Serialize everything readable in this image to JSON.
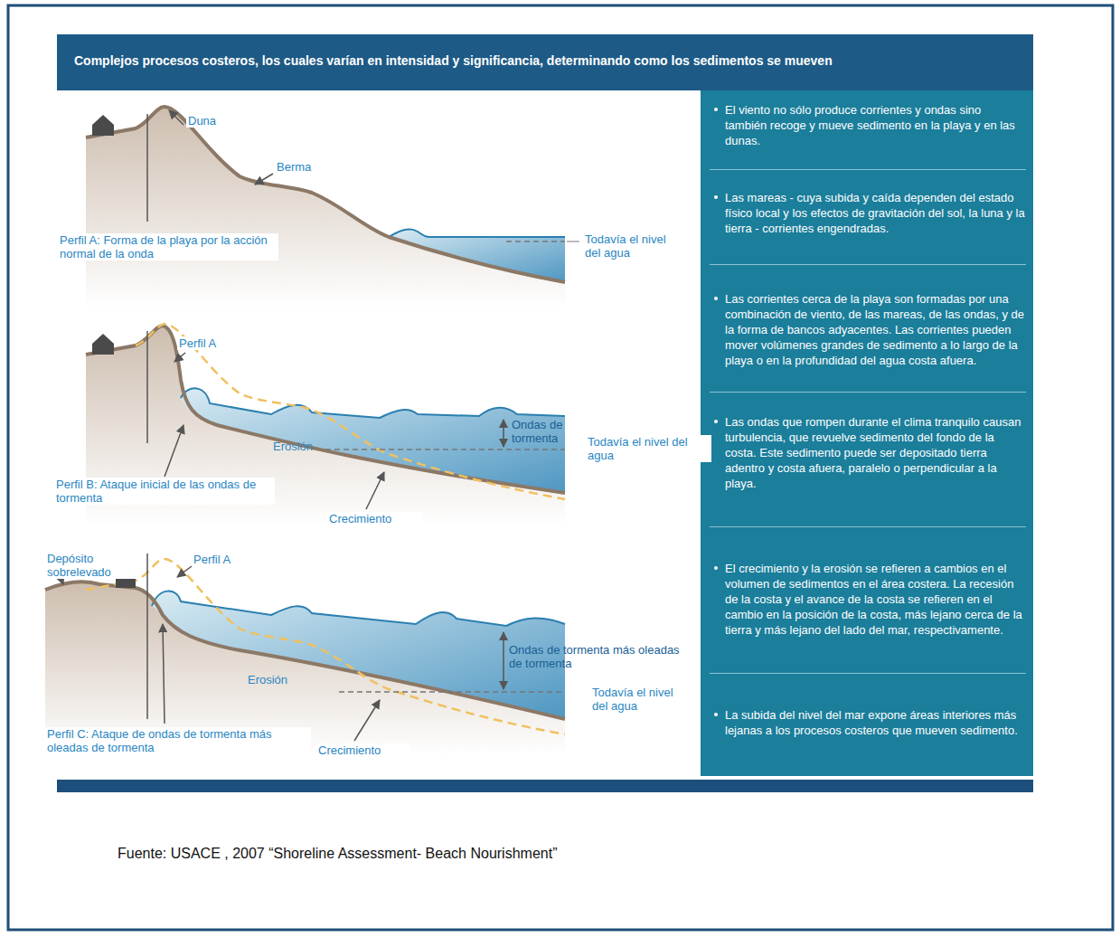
{
  "diagram": {
    "title": "Complejos procesos costeros, los cuales varían en intensidad y significancia, determinando como los sedimentos se mueven",
    "caption": "Fuente: USACE , 2007 “Shoreline Assessment- Beach Nourishment”",
    "nodes": [
      {
        "text": [
          "El viento no sólo produce corrientes y ondas sino también recoge y mueve sedimento en la playa y en las dunas."
        ]
      },
      {
        "text": [
          "Las mareas - cuya subida y caída dependen del estado físico local y los efectos de gravitación del sol, la luna y la tierra - corrientes engendradas."
        ]
      },
      {
        "text": [
          "Las corrientes cerca de la playa son formadas por una combinación de viento, de las mareas, de las ondas, y de la forma de bancos adyacentes. Las corrientes pueden mover volúmenes grandes de sedimento a lo largo de la playa o en la profundidad del agua costa afuera."
        ]
      },
      {
        "text": [
          "Las ondas que rompen durante el clima tranquilo causan turbulencia, que revuelve sedimento del fondo de la costa. Este sedimento puede ser depositado tierra adentro y costa afuera, paralelo o perpendicular a la playa."
        ]
      },
      {
        "text": [
          "El crecimiento y la erosión se refieren a cambios en el volumen de sedimentos en el área costera. La recesión de la costa y el avance de la costa se refieren en el cambio en la posición de la costa, más lejano cerca de la tierra y más lejano del lado del mar, respectivamente."
        ]
      },
      {
        "text": [
          "La subida del nivel del mar expone áreas interiores más lejanas a los procesos costeros que mueven sedimento."
        ]
      }
    ],
    "labels": [
      "Duna",
      "Berma",
      "Perfil A: Forma de la playa por la acción normal de la onda",
      "Todavía el nivel del agua",
      "Perfil A",
      "Ondas de tormenta",
      "Erosión",
      "Todavía el nivel del agua",
      "Perfil B: Ataque inicial de las ondas de tormenta",
      "Crecimiento",
      "Depósito sobrelevado",
      "Perfil A",
      "Ondas de tormenta más oleadas de tormenta",
      "Erosión",
      "Todavía el nivel del agua",
      "Perfil C: Ataque de ondas de tormenta más oleadas de tormenta",
      "Crecimiento"
    ]
  }
}
